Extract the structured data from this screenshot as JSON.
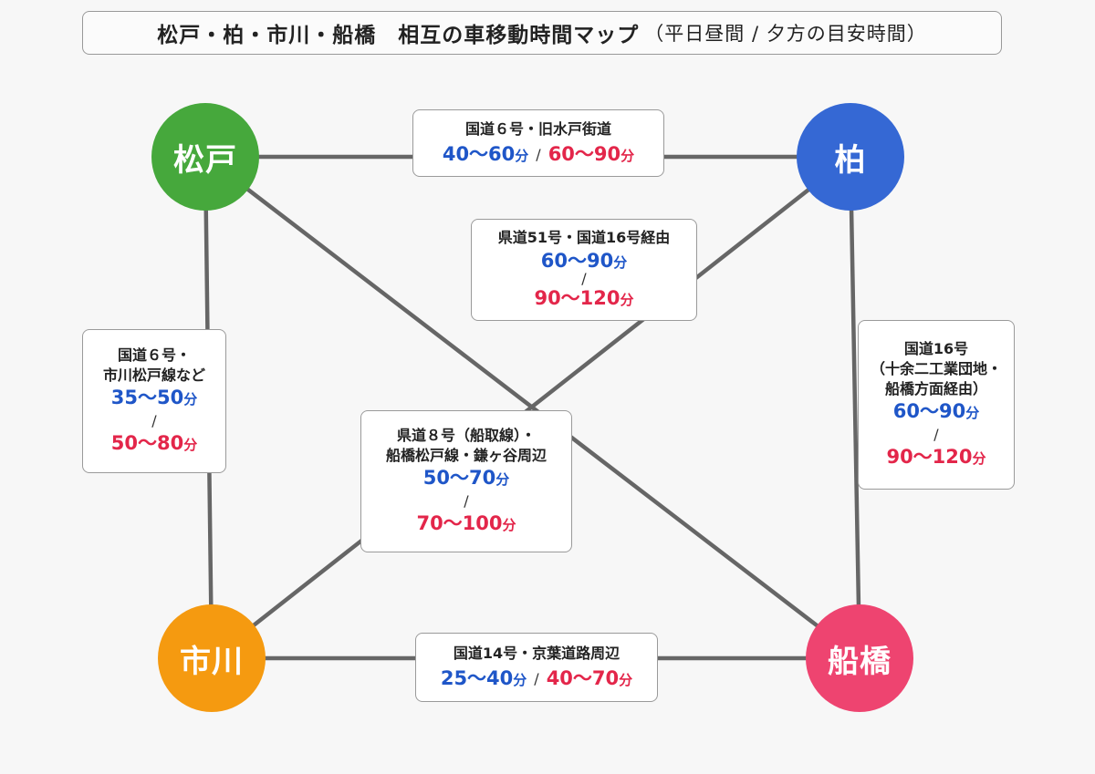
{
  "title": {
    "main": "松戸・柏・市川・船橋　相互の車移動時間マップ",
    "sub": "（平日昼間 / 夕方の目安時間）"
  },
  "nodes": [
    {
      "id": "matsudo",
      "label": "松戸",
      "color": "#46a83c"
    },
    {
      "id": "kashiwa",
      "label": "柏",
      "color": "#3568d4"
    },
    {
      "id": "ichikawa",
      "label": "市川",
      "color": "#f59a10"
    },
    {
      "id": "funabashi",
      "label": "船橋",
      "color": "#ee4470"
    }
  ],
  "edges": [
    {
      "from": "matsudo",
      "to": "kashiwa",
      "route_lines": [
        "国道６号・旧水戸街道"
      ],
      "daytime": "40〜60",
      "evening": "60〜90",
      "unit": "分",
      "separator": "/"
    },
    {
      "from": "kashiwa",
      "to": "ichikawa",
      "route_lines": [
        "県道51号・国道16号経由"
      ],
      "daytime": "60〜90",
      "evening": "90〜120",
      "unit": "分",
      "separator": "/"
    },
    {
      "from": "matsudo",
      "to": "ichikawa",
      "route_lines": [
        "国道６号・",
        "市川松戸線など"
      ],
      "daytime": "35〜50",
      "evening": "50〜80",
      "unit": "分",
      "separator": "/"
    },
    {
      "from": "kashiwa",
      "to": "funabashi",
      "route_lines": [
        "国道16号",
        "（十余二工業団地・",
        "船橋方面経由）"
      ],
      "daytime": "60〜90",
      "evening": "90〜120",
      "unit": "分",
      "separator": "/"
    },
    {
      "from": "matsudo",
      "to": "funabashi",
      "route_lines": [
        "県道８号（船取線）・",
        "船橋松戸線・鎌ヶ谷周辺"
      ],
      "daytime": "50〜70",
      "evening": "70〜100",
      "unit": "分",
      "separator": "/"
    },
    {
      "from": "ichikawa",
      "to": "funabashi",
      "route_lines": [
        "国道14号・京葉道路周辺"
      ],
      "daytime": "25〜40",
      "evening": "40〜70",
      "unit": "分",
      "separator": "/"
    }
  ]
}
